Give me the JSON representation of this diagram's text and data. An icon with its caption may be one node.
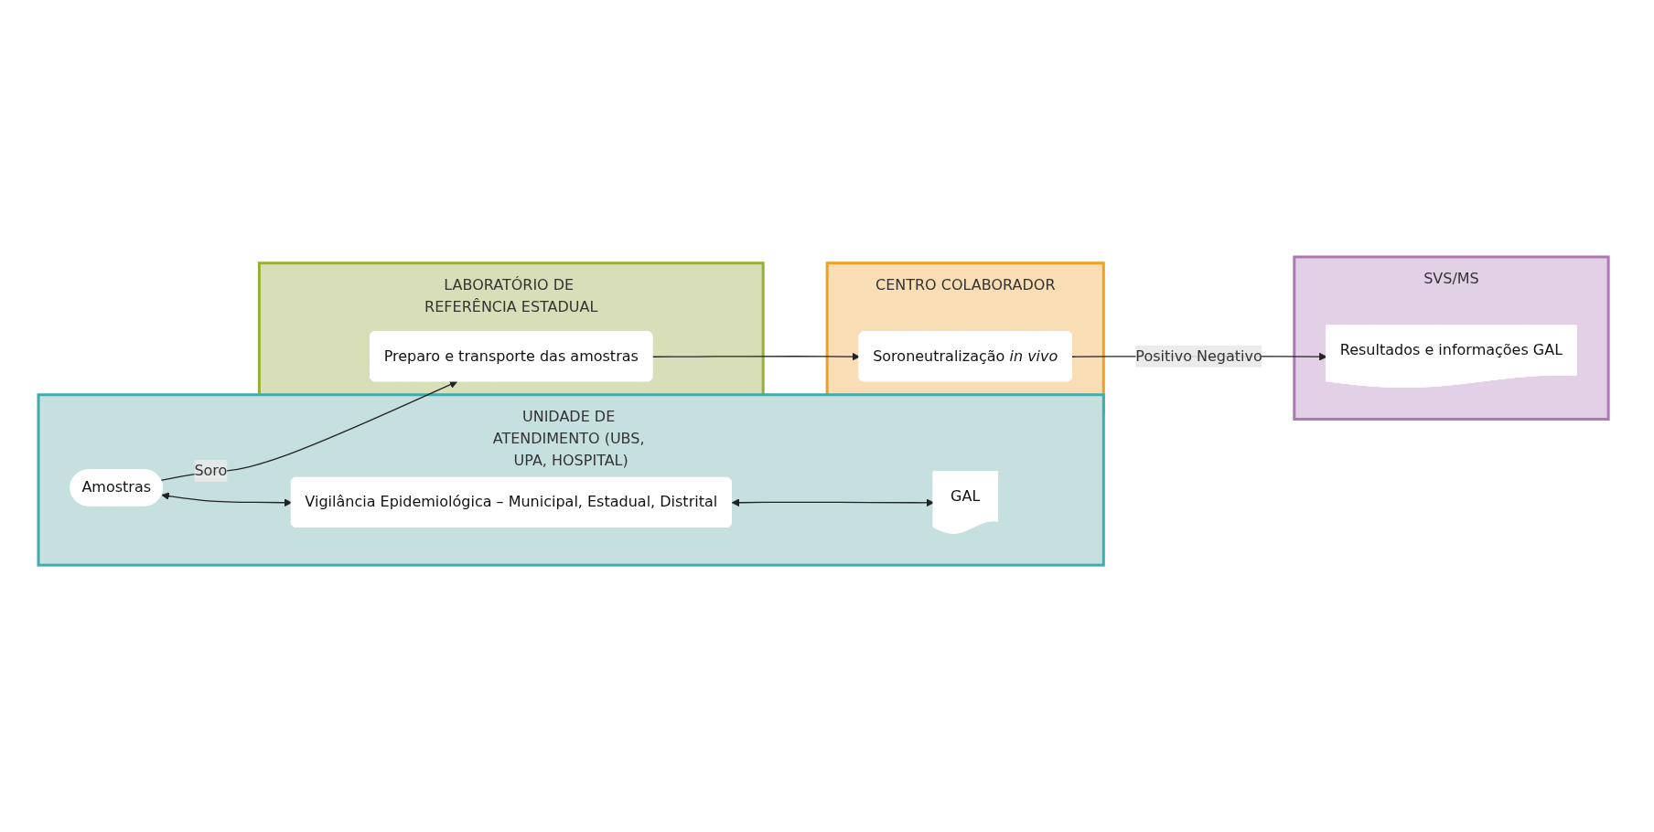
{
  "diagram": {
    "nodes": [
      {
        "text": [
          "UNIDADE DE ATENDIMENTO (UBS, UPA, HOSPITAL)"
        ]
      },
      {
        "text": [
          "Amostras"
        ],
        "in": 0
      },
      {
        "text": [
          "Vigilância Epidemiológica – Municipal, Estadual, Distrital"
        ],
        "in": 0
      },
      {
        "text": [
          "GAL"
        ],
        "in": 0
      },
      {
        "text": [
          "LABORATÓRIO DE REFERÊNCIA ESTADUAL"
        ]
      },
      {
        "text": [
          "Preparo e transporte das amostras"
        ],
        "in": 4
      },
      {
        "text": [
          "CENTRO COLABORADOR"
        ]
      },
      {
        "text": [
          "Soroneutralização *in vivo*"
        ],
        "in": 6
      },
      {
        "text": [
          "SVS/MS"
        ]
      },
      {
        "text": [
          "Resultados e informações GAL"
        ],
        "in": 8
      }
    ],
    "edges": [
      {
        "from": 1,
        "to": 5,
        "arrow": "to",
        "label": "Soro"
      },
      {
        "from": 1,
        "to": 2,
        "arrow": "both"
      },
      {
        "from": 2,
        "to": 3,
        "arrow": "both"
      },
      {
        "from": 5,
        "to": 7,
        "arrow": "to"
      },
      {
        "from": 7,
        "to": 9,
        "arrow": "to",
        "label": "Positivo Negativo"
      }
    ]
  }
}
